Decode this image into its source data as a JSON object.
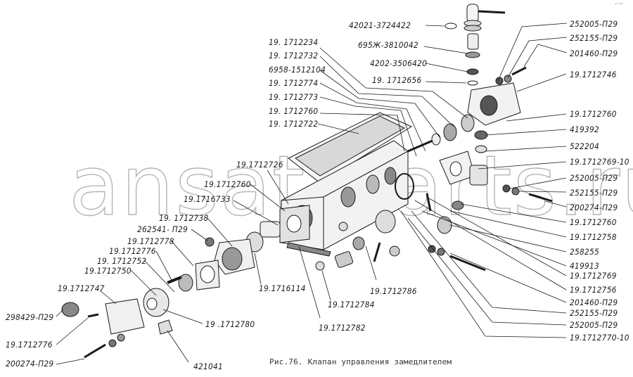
{
  "figure": {
    "caption": "Рис.76. Клапан управления замедлителем",
    "corner_mark": "ᵃˢ ᵇᵃᵃ",
    "watermark": "ansat-parts.ru"
  },
  "labels": {
    "top": [
      "42021-3724422",
      "695Ж-3810042",
      "4202-3506420",
      "19. 1712656"
    ],
    "upper_left": [
      "19. 1712234",
      "19. 1712732",
      "6958-1512104",
      "19. 1712774",
      "19. 1712773",
      "19. 1712760",
      "19. 1712722"
    ],
    "right": [
      "252005-П29",
      "252155-П29",
      "201460-П29",
      "19.1712746",
      "19.1712760",
      "419392",
      "522204",
      "19.1712769-10",
      "252005-П29",
      "252155-П29",
      "200274-П29",
      "19.1712760",
      "19.1712758",
      "258255",
      "419913",
      "19.1712769",
      "19.1712756",
      "201460-П29",
      "252155-П29",
      "252005-П29",
      "19.1712770-10"
    ],
    "left": [
      "19.1712726",
      "19.1712760",
      "19.1716733",
      "19. 1712738",
      "262541- П29",
      "19.1712778",
      "19.1712776",
      "19. 1712752",
      "19.1712750",
      "19.1712747",
      "298429-П29",
      "19.1712776",
      "200274-П29"
    ],
    "bottom": [
      "19.1716114",
      "19.1712786",
      "19.1712784",
      "19.1712782",
      "19 .1712780",
      "421041"
    ]
  }
}
